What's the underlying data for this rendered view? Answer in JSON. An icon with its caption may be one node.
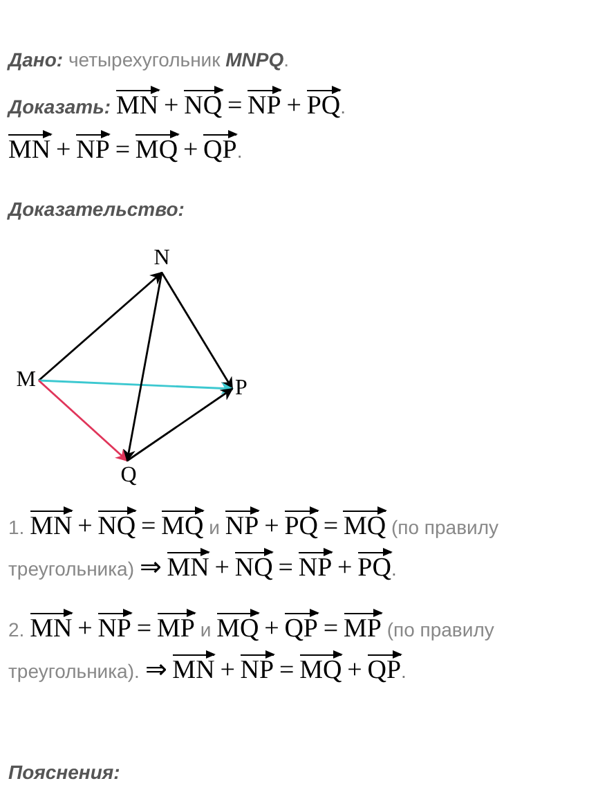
{
  "diagram": {
    "nodes": [
      {
        "text": [
          "M"
        ]
      },
      {
        "text": [
          "N"
        ]
      },
      {
        "text": [
          "P"
        ]
      },
      {
        "text": [
          "Q"
        ]
      }
    ],
    "edges": [
      {
        "from": 0,
        "to": 1,
        "arrow": "to"
      },
      {
        "from": 1,
        "to": 2,
        "arrow": "to"
      },
      {
        "from": 0,
        "to": 2,
        "arrow": "to",
        "color": "#3cc8d0"
      },
      {
        "from": 0,
        "to": 3,
        "arrow": "to",
        "color": "#e0355a"
      },
      {
        "from": 1,
        "to": 3,
        "arrow": "to"
      },
      {
        "from": 3,
        "to": 2,
        "arrow": "to"
      }
    ],
    "labels": [
      "**Дано:** четырехугольник **MNPQ**.",
      "**Доказать:** MN + NQ = NP + PQ.",
      "MN + NP = MQ + QP.",
      "**Доказательство:**",
      "1. MN + NQ = MQ и NP + PQ = MQ (по правилу треугольника) ⇒ MN + NQ = NP + PQ.",
      "2. MN + NP = MP и MQ + QP = MP (по правилу треугольника). ⇒ MN + NP = MQ + QP.",
      "**Пояснения:**"
    ]
  }
}
